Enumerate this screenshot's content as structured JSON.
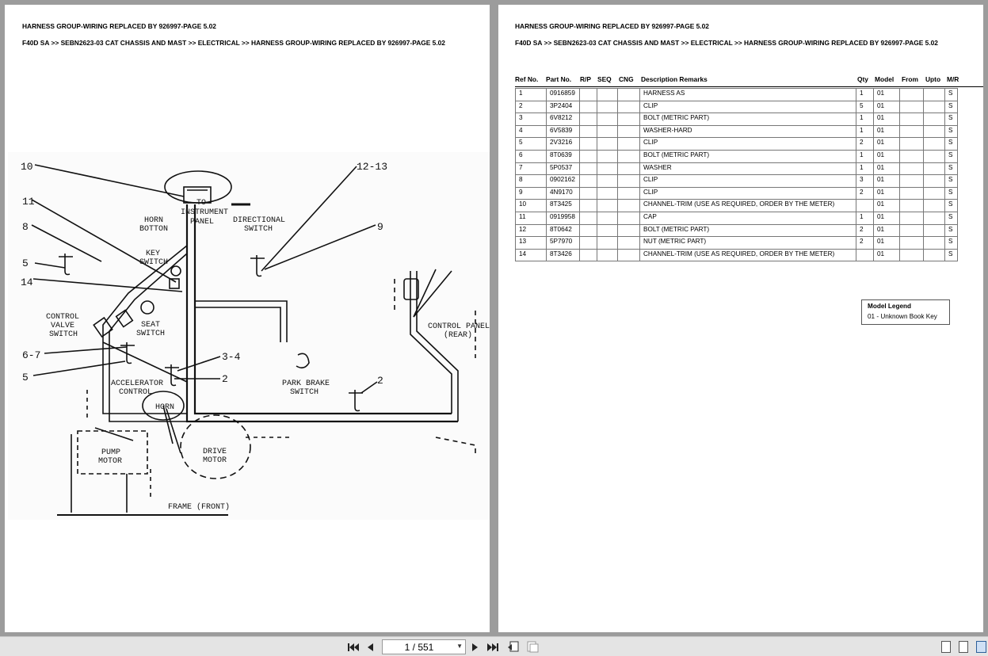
{
  "page_header": {
    "title": "HARNESS GROUP-WIRING REPLACED BY 926997-PAGE 5.02",
    "breadcrumb": "F40D SA >> SEBN2623-03 CAT CHASSIS AND MAST >> ELECTRICAL >> HARNESS GROUP-WIRING REPLACED BY 926997-PAGE 5.02"
  },
  "diagram": {
    "labels": {
      "to_instrument_panel_1": "TO",
      "to_instrument_panel_2": "INSTRUMENT",
      "to_instrument_panel_3": "PANEL",
      "horn_button_1": "HORN",
      "horn_button_2": "BOTTON",
      "directional_switch_1": "DIRECTIONAL",
      "directional_switch_2": "SWITCH",
      "key_switch_1": "KEY",
      "key_switch_2": "SWITCH",
      "control_valve_switch_1": "CONTROL",
      "control_valve_switch_2": "VALVE",
      "control_valve_switch_3": "SWITCH",
      "seat_switch_1": "SEAT",
      "seat_switch_2": "SWITCH",
      "accelerator_control_1": "ACCELERATOR",
      "accelerator_control_2": "CONTROL",
      "horn": "HORN",
      "park_brake_switch_1": "PARK BRAKE",
      "park_brake_switch_2": "SWITCH",
      "control_panel_rear_1": "CONTROL PANEL",
      "control_panel_rear_2": "(REAR)",
      "pump_motor_1": "PUMP",
      "pump_motor_2": "MOTOR",
      "drive_motor_1": "DRIVE",
      "drive_motor_2": "MOTOR",
      "frame_front": "FRAME (FRONT)"
    },
    "callouts": {
      "c10": "10",
      "c11": "11",
      "c8": "8",
      "c5a": "5",
      "c14": "14",
      "c67": "6-7",
      "c5b": "5",
      "c1213": "12-13",
      "c9": "9",
      "c34": "3-4",
      "c2a": "2",
      "c2b": "2"
    }
  },
  "table": {
    "headers": {
      "ref": "Ref No.",
      "part": "Part No.",
      "rp": "R/P",
      "seq": "SEQ",
      "cng": "CNG",
      "desc": "Description Remarks",
      "qty": "Qty",
      "model": "Model",
      "from": "From",
      "upto": "Upto",
      "mr": "M/R"
    },
    "rows": [
      {
        "ref": "1",
        "part": "0916859",
        "desc": "HARNESS AS",
        "qty": "1",
        "model": "01",
        "mr": "S"
      },
      {
        "ref": "2",
        "part": "3P2404",
        "desc": "CLIP",
        "qty": "5",
        "model": "01",
        "mr": "S"
      },
      {
        "ref": "3",
        "part": "6V8212",
        "desc": "BOLT (METRIC PART)",
        "qty": "1",
        "model": "01",
        "mr": "S"
      },
      {
        "ref": "4",
        "part": "6V5839",
        "desc": "WASHER-HARD",
        "qty": "1",
        "model": "01",
        "mr": "S"
      },
      {
        "ref": "5",
        "part": "2V3216",
        "desc": "CLIP",
        "qty": "2",
        "model": "01",
        "mr": "S"
      },
      {
        "ref": "6",
        "part": "8T0639",
        "desc": "BOLT (METRIC PART)",
        "qty": "1",
        "model": "01",
        "mr": "S"
      },
      {
        "ref": "7",
        "part": "5P0537",
        "desc": "WASHER",
        "qty": "1",
        "model": "01",
        "mr": "S"
      },
      {
        "ref": "8",
        "part": "0902162",
        "desc": "CLIP",
        "qty": "3",
        "model": "01",
        "mr": "S"
      },
      {
        "ref": "9",
        "part": "4N9170",
        "desc": "CLIP",
        "qty": "2",
        "model": "01",
        "mr": "S"
      },
      {
        "ref": "10",
        "part": "8T3425",
        "desc": "CHANNEL-TRIM (USE AS REQUIRED, ORDER BY THE METER)",
        "qty": "",
        "model": "01",
        "mr": "S"
      },
      {
        "ref": "11",
        "part": "0919958",
        "desc": "CAP",
        "qty": "1",
        "model": "01",
        "mr": "S"
      },
      {
        "ref": "12",
        "part": "8T0642",
        "desc": "BOLT (METRIC PART)",
        "qty": "2",
        "model": "01",
        "mr": "S"
      },
      {
        "ref": "13",
        "part": "5P7970",
        "desc": "NUT (METRIC PART)",
        "qty": "2",
        "model": "01",
        "mr": "S"
      },
      {
        "ref": "14",
        "part": "8T3426",
        "desc": "CHANNEL-TRIM (USE AS REQUIRED, ORDER BY THE METER)",
        "qty": "",
        "model": "01",
        "mr": "S"
      }
    ]
  },
  "legend": {
    "title": "Model Legend",
    "entry": "01 - Unknown Book Key"
  },
  "toolbar": {
    "page_value": "1 / 551",
    "first_icon": "first-page-icon",
    "prev_icon": "prev-page-icon",
    "next_icon": "next-page-icon",
    "last_icon": "last-page-icon"
  }
}
